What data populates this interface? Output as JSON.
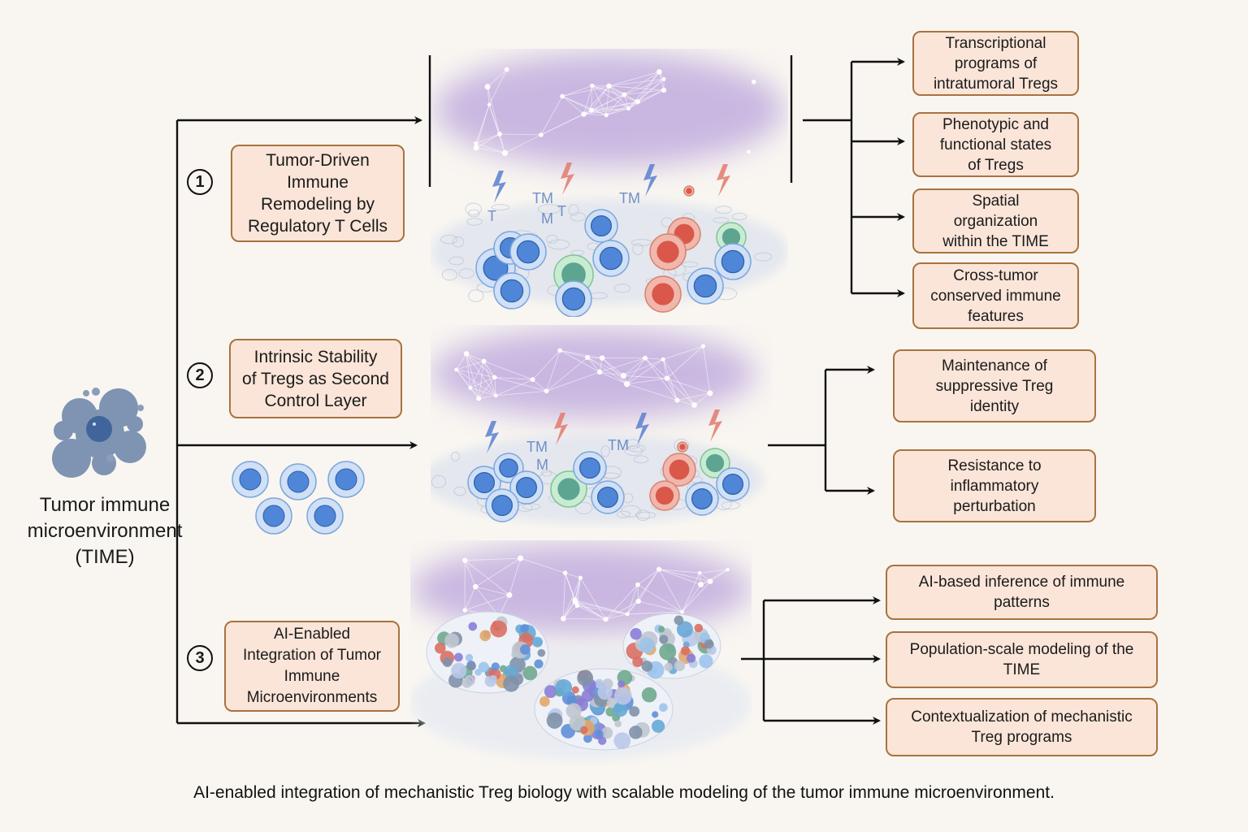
{
  "diagram": {
    "source": {
      "label_lines": [
        "Tumor immune",
        "microenvironment",
        "(TIME)"
      ],
      "icon": "tumor-cell-icon"
    },
    "sections": [
      {
        "number": "1",
        "title_lines": [
          "Tumor-Driven",
          "Immune",
          "Remodeling by",
          "Regulatory T Cells"
        ],
        "scene": "treg-remodeling-scene",
        "outputs": [
          [
            "Transcriptional",
            "programs of",
            "intratumoral Tregs"
          ],
          [
            "Phenotypic and",
            "functional states",
            "of Tregs"
          ],
          [
            "Spatial",
            "organization",
            "within the TIME"
          ],
          [
            "Cross-tumor",
            "conserved immune",
            "features"
          ]
        ]
      },
      {
        "number": "2",
        "title_lines": [
          "Intrinsic Stability",
          "of Tregs as Second",
          "Control Layer"
        ],
        "scene": "treg-stability-scene",
        "outputs": [
          [
            "Maintenance of",
            "suppressive Treg",
            "identity"
          ],
          [
            "Resistance to",
            "inflammatory",
            "perturbation"
          ]
        ]
      },
      {
        "number": "3",
        "title_lines": [
          "AI-Enabled",
          "Integration of Tumor",
          "Immune",
          "Microenvironments"
        ],
        "scene": "ai-integration-scene",
        "outputs": [
          [
            "AI-based inference of immune",
            "patterns"
          ],
          [
            "Population-scale modeling of the",
            "TIME"
          ],
          [
            "Contextualization of mechanistic",
            "Treg programs"
          ]
        ]
      }
    ],
    "scene_labels": [
      "TM",
      "TM",
      "T",
      "M",
      "T"
    ],
    "caption": "AI-enabled integration of mechanistic Treg biology with scalable modeling of the tumor immune microenvironment.",
    "colors": {
      "box_fill": "#fae5d8",
      "box_border": "#a8733f",
      "arrow": "#111111",
      "cell_blue": "#4f86d8",
      "cell_green": "#8fd0a0",
      "cell_red": "#d9584a",
      "cloud_purple": "#b9a3dc",
      "tumor_gray": "#6f86a8"
    }
  }
}
